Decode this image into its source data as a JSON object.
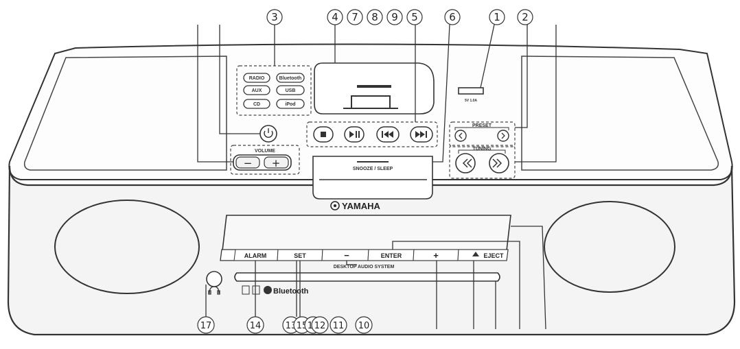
{
  "callouts": {
    "top": [
      "3",
      "4",
      "7",
      "8",
      "9",
      "5",
      "6",
      "1",
      "2"
    ],
    "bottom": [
      "17",
      "14",
      "13",
      "15",
      "16",
      "12",
      "11",
      "10"
    ]
  },
  "source_buttons": [
    "RADIO",
    "Bluetooth",
    "AUX",
    "USB",
    "CD",
    "iPod"
  ],
  "usb_port_label": "5V 1.0A",
  "volume": {
    "label": "VOLUME",
    "minus": "−",
    "plus": "+"
  },
  "preset_label": "PRESET",
  "tuning_label": "TUNING",
  "snooze_label": "SNOOZE / SLEEP",
  "brand": "YAMAHA",
  "front_buttons": {
    "alarm": "ALARM",
    "set": "SET",
    "minus": "−",
    "enter": "ENTER",
    "plus": "+",
    "eject": "EJECT"
  },
  "model_text": "DESKTOP AUDIO SYSTEM",
  "bluetooth_logo": "Bluetooth"
}
